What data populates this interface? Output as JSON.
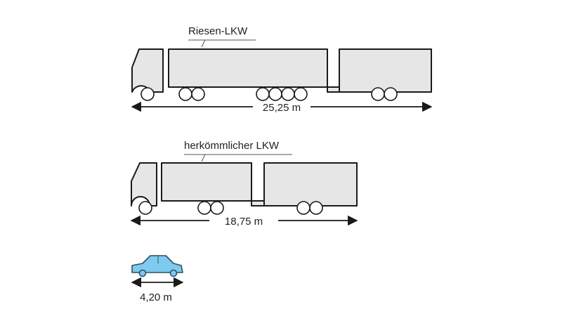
{
  "vehicles": {
    "giant_truck": {
      "label": "Riesen-LKW",
      "length": "25,25 m"
    },
    "standard_truck": {
      "label": "herkömmlicher LKW",
      "length": "18,75 m"
    },
    "car": {
      "length": "4,20 m"
    }
  },
  "colors": {
    "truck_fill": "#e6e6e6",
    "outline": "#1a1a1a",
    "car_fill": "#7ecbef"
  }
}
